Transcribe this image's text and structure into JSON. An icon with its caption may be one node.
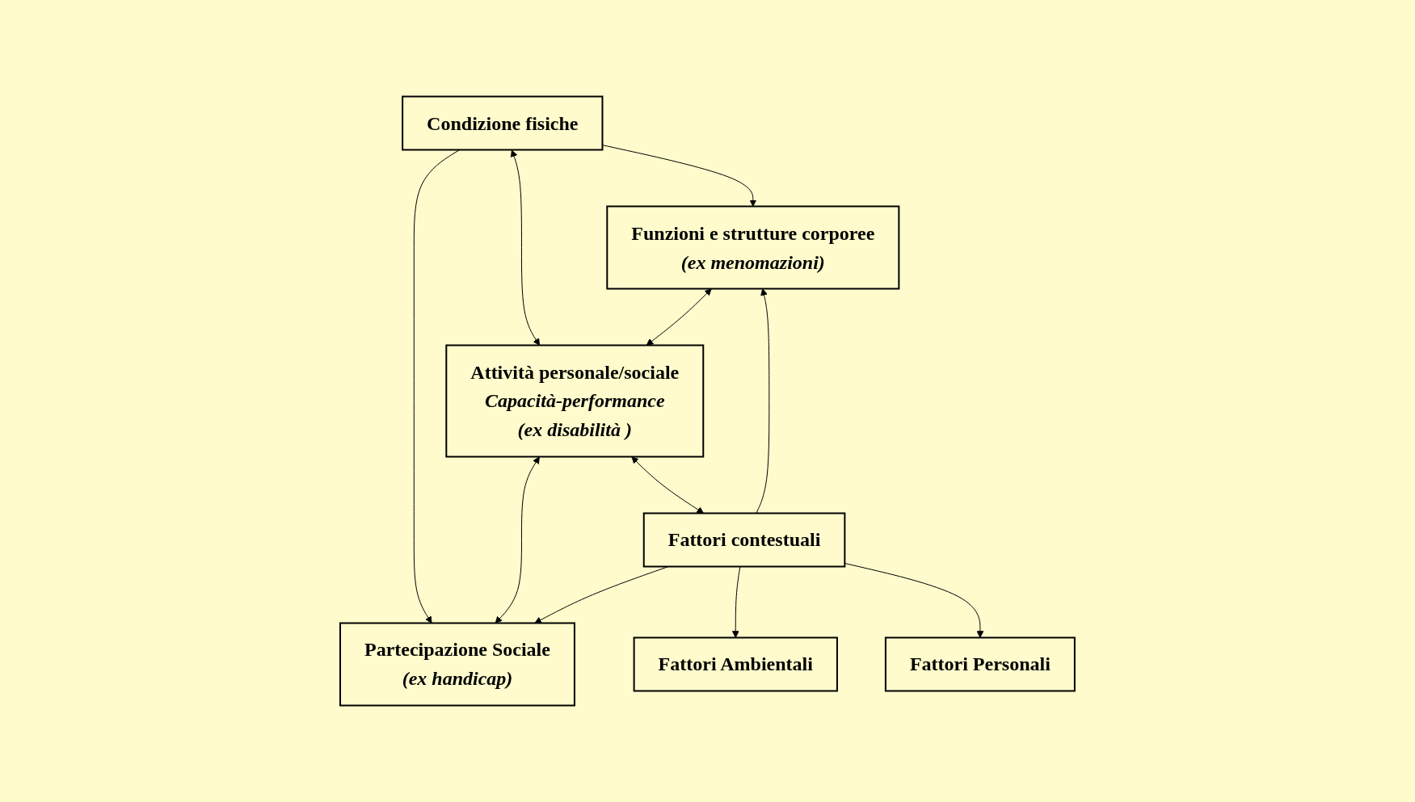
{
  "diagram": {
    "nodes": [
      {
        "text": [
          "Condizione fisiche"
        ]
      },
      {
        "text": [
          "Funzioni e strutture corporee",
          "(ex menomazioni)"
        ]
      },
      {
        "text": [
          "Attività personale/sociale",
          "Capacità-performance",
          "(ex disabilità )"
        ]
      },
      {
        "text": [
          "Partecipazione Sociale",
          "(ex handicap)"
        ]
      },
      {
        "text": [
          "Fattori contestuali"
        ]
      },
      {
        "text": [
          "Fattori Ambientali"
        ]
      },
      {
        "text": [
          "Fattori Personali"
        ]
      }
    ],
    "edges": [
      {
        "from": 0,
        "to": 1,
        "arrow": "to"
      },
      {
        "from": 0,
        "to": 2,
        "arrow": "both"
      },
      {
        "from": 0,
        "to": 3,
        "arrow": "to"
      },
      {
        "from": 1,
        "to": 2,
        "arrow": "both"
      },
      {
        "from": 2,
        "to": 3,
        "arrow": "both"
      },
      {
        "from": 2,
        "to": 4,
        "arrow": "both"
      },
      {
        "from": 4,
        "to": 1,
        "arrow": "to"
      },
      {
        "from": 4,
        "to": 3,
        "arrow": "to"
      },
      {
        "from": 4,
        "to": 5,
        "arrow": "to"
      },
      {
        "from": 4,
        "to": 6,
        "arrow": "to"
      }
    ]
  }
}
